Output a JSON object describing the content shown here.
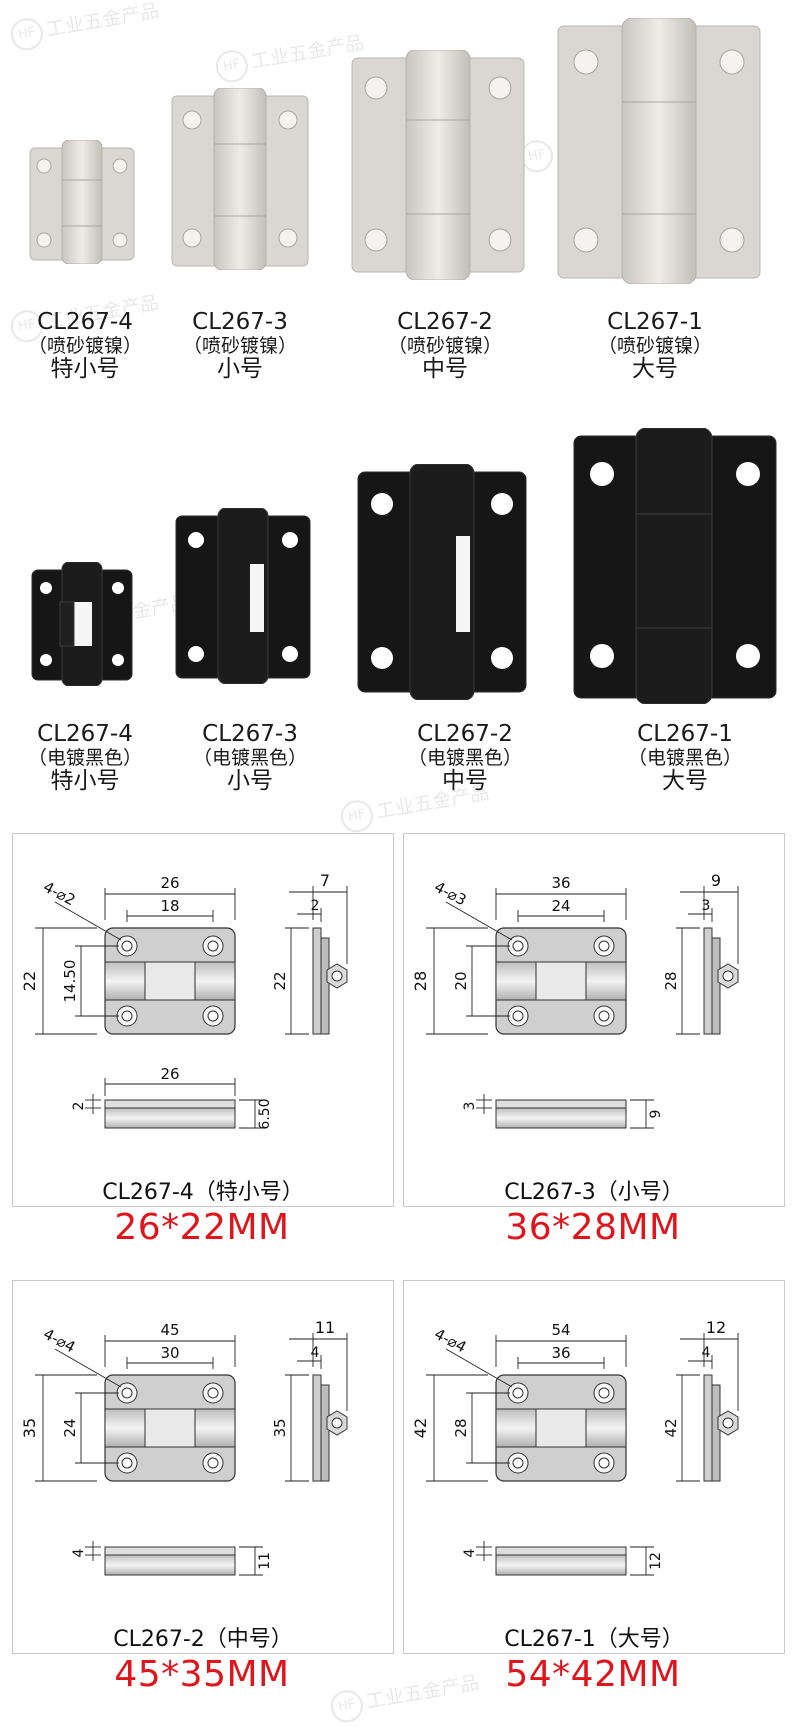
{
  "watermark": {
    "logo": "HF",
    "text": "工业五金产品"
  },
  "nickel_row": [
    {
      "code": "CL267-4",
      "finish": "（喷砂镀镍）",
      "size": "特小号"
    },
    {
      "code": "CL267-3",
      "finish": "（喷砂镀镍）",
      "size": "小号"
    },
    {
      "code": "CL267-2",
      "finish": "（喷砂镀镍）",
      "size": "中号"
    },
    {
      "code": "CL267-1",
      "finish": "（喷砂镀镍）",
      "size": "大号"
    }
  ],
  "black_row": [
    {
      "code": "CL267-4",
      "finish": "（电镀黑色）",
      "size": "特小号"
    },
    {
      "code": "CL267-3",
      "finish": "（电镀黑色）",
      "size": "小号"
    },
    {
      "code": "CL267-2",
      "finish": "（电镀黑色）",
      "size": "中号"
    },
    {
      "code": "CL267-1",
      "finish": "（电镀黑色）",
      "size": "大号"
    }
  ],
  "colors": {
    "nickel": "#d9d6d1",
    "black": "#141414",
    "accent_red": "#e0141b",
    "card_border": "#c8c8c8"
  },
  "drawings": [
    {
      "caption": "CL267-4（特小号）",
      "size_label": "26*22MM",
      "hole": "4-⌀2",
      "width": "26",
      "hole_span_x": "18",
      "height": "22",
      "hole_span_y": "14.50",
      "side_height": "22",
      "side_total": "7",
      "side_leaf": "2",
      "bottom_width": "26",
      "bottom_leaf": "2",
      "bottom_total": "6.50"
    },
    {
      "caption": "CL267-3（小号）",
      "size_label": "36*28MM",
      "hole": "4-⌀3",
      "width": "36",
      "hole_span_x": "24",
      "height": "28",
      "hole_span_y": "20",
      "side_height": "28",
      "side_total": "9",
      "side_leaf": "3",
      "bottom_width": "",
      "bottom_leaf": "3",
      "bottom_total": "9"
    },
    {
      "caption": "CL267-2（中号）",
      "size_label": "45*35MM",
      "hole": "4-⌀4",
      "width": "45",
      "hole_span_x": "30",
      "height": "35",
      "hole_span_y": "24",
      "side_height": "35",
      "side_total": "11",
      "side_leaf": "4",
      "bottom_width": "",
      "bottom_leaf": "4",
      "bottom_total": "11"
    },
    {
      "caption": "CL267-1（大号）",
      "size_label": "54*42MM",
      "hole": "4-⌀4",
      "width": "54",
      "hole_span_x": "36",
      "height": "42",
      "hole_span_y": "28",
      "side_height": "42",
      "side_total": "12",
      "side_leaf": "4",
      "bottom_width": "",
      "bottom_leaf": "4",
      "bottom_total": "12"
    }
  ]
}
